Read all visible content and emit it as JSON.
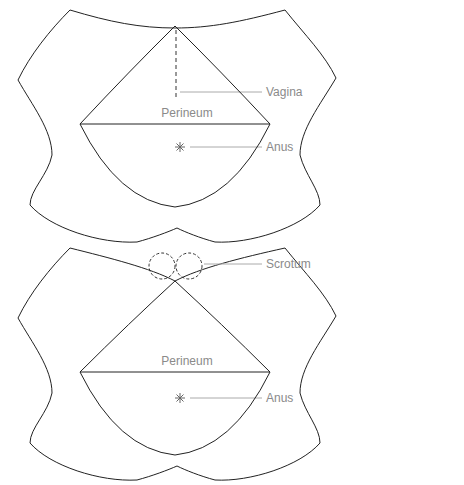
{
  "diagram": {
    "nodes": [
      {
        "text": [
          "Perineum"
        ]
      },
      {
        "text": [
          "Perineum"
        ]
      }
    ],
    "labels": [
      "Vagina",
      "Anus",
      "Scrotum",
      "Anus"
    ]
  }
}
